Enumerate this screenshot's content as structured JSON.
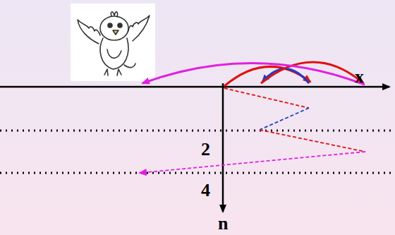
{
  "diagram": {
    "labels": [
      "x",
      "2",
      "4",
      "n"
    ]
  }
}
